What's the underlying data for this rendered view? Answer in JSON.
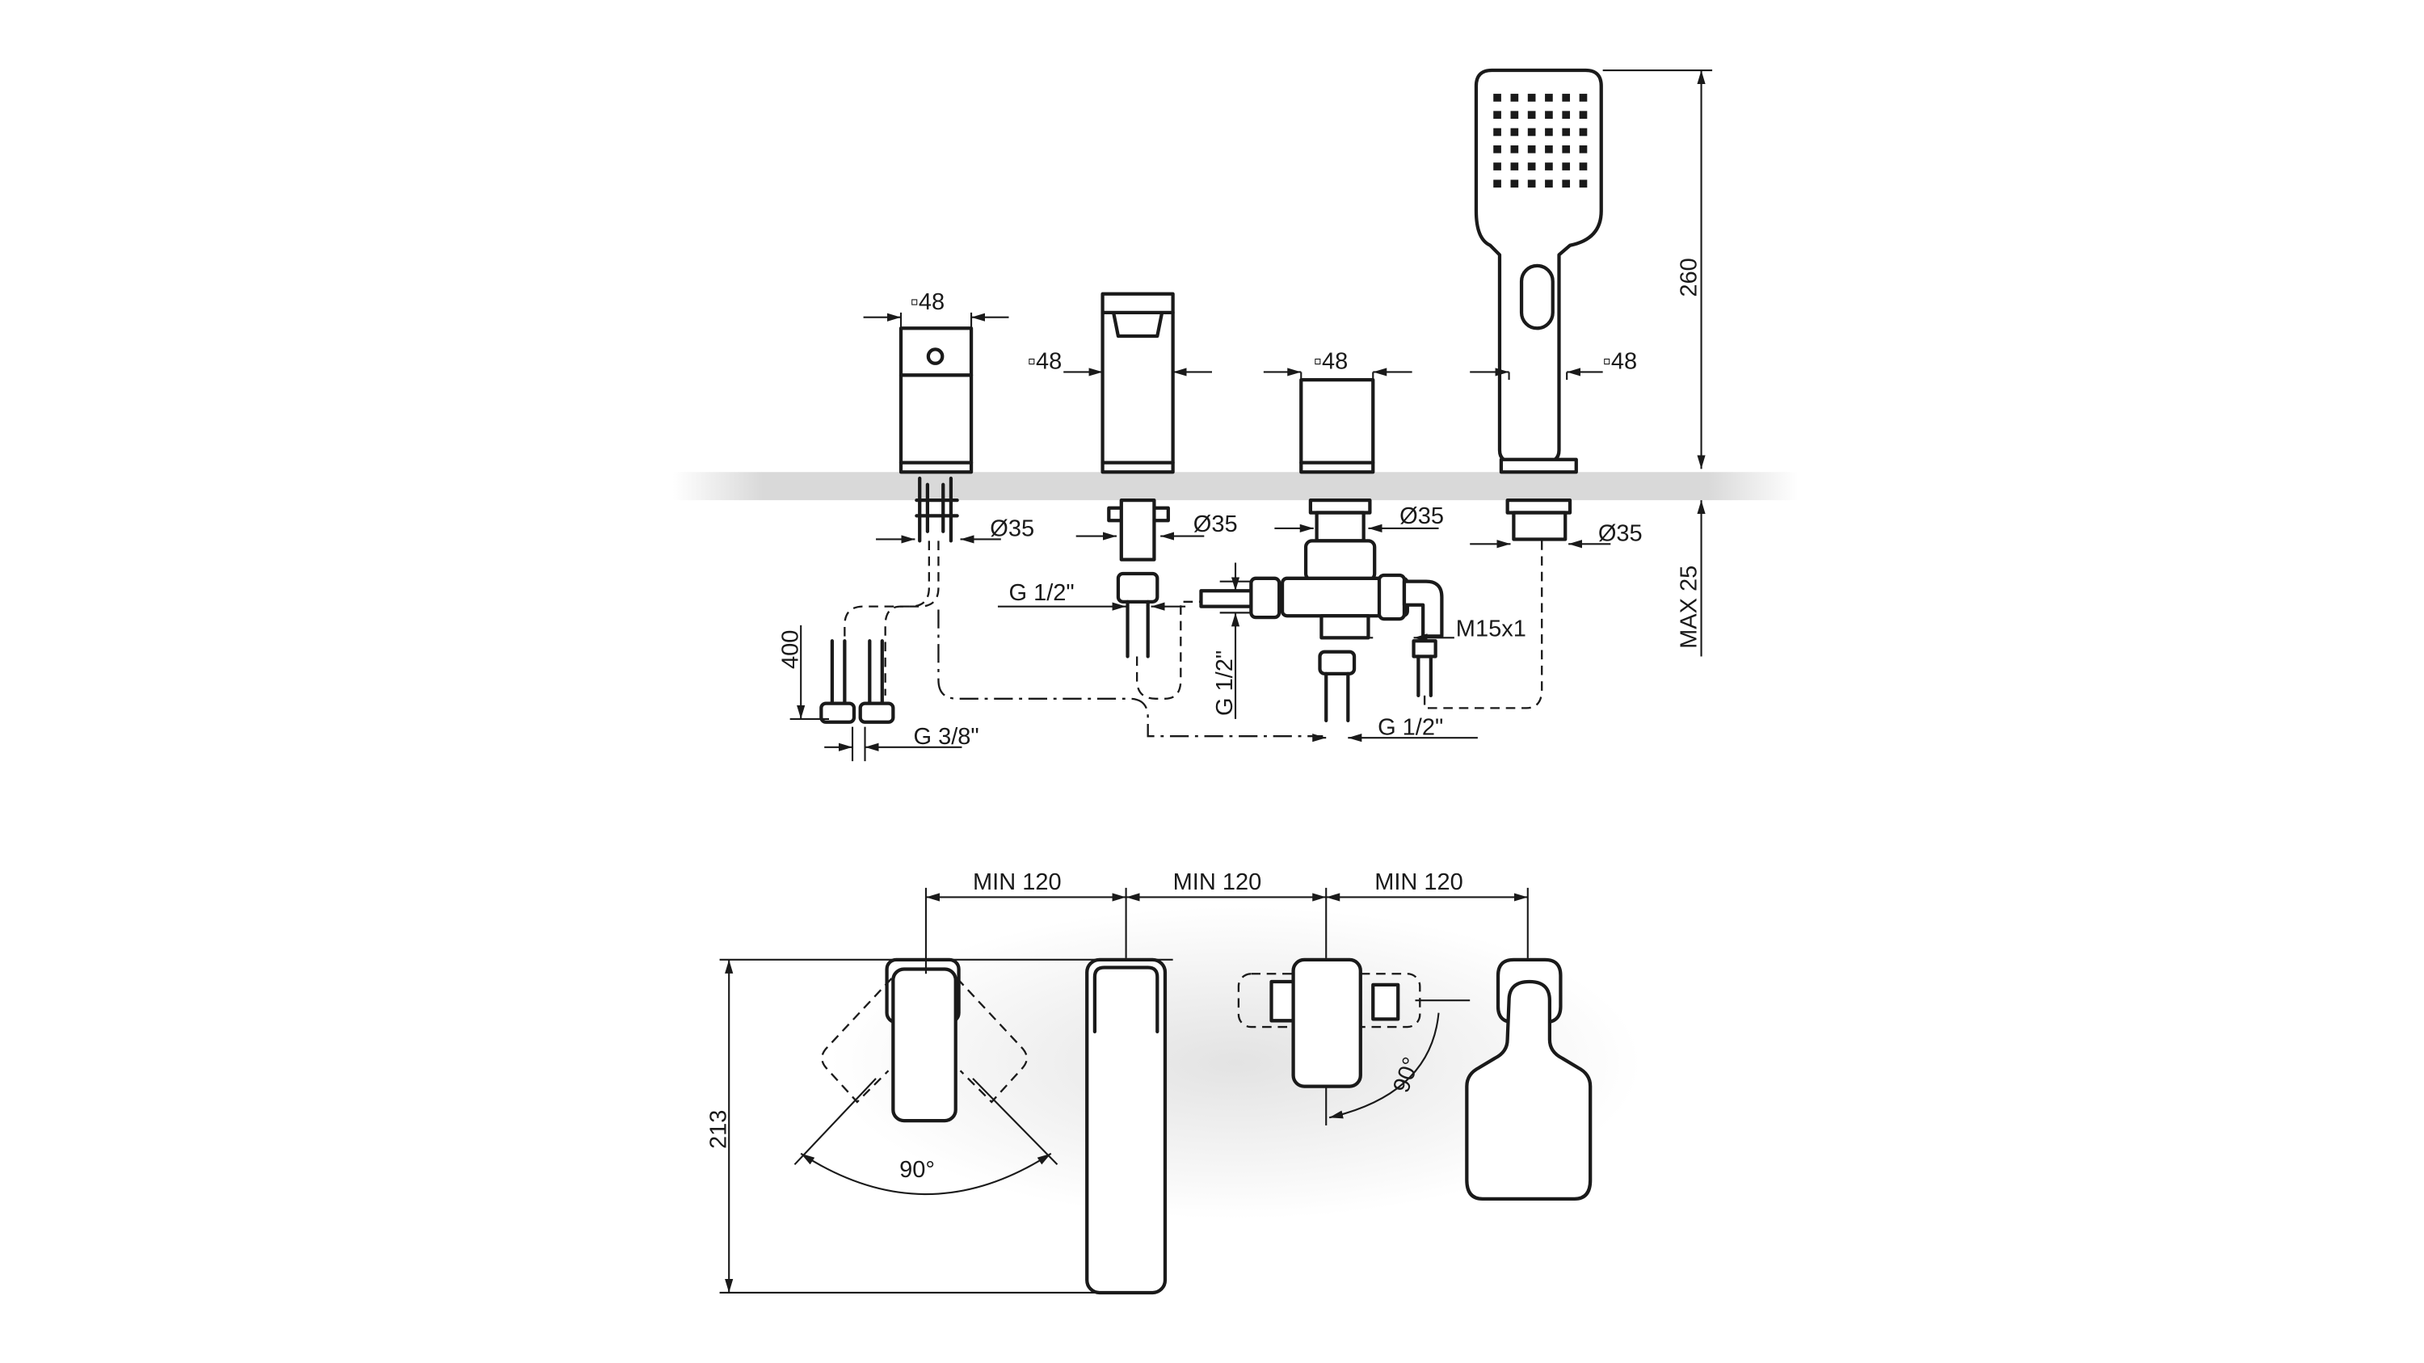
{
  "colors": {
    "line": "#1a1a1a",
    "deck": "#d9d9d9",
    "background": "#ffffff"
  },
  "side_view": {
    "square_48_labels": [
      "▫48",
      "▫48",
      "▫48",
      "▫48"
    ],
    "diameter_labels": [
      "Ø35",
      "Ø35",
      "Ø35",
      "Ø35"
    ],
    "thread_spout": "G 1/2\"",
    "thread_vertical": "G 1/2\"",
    "thread_bottom": "G 1/2\"",
    "thread_hose": "M15x1",
    "thread_supply": "G 3/8\"",
    "hose_length": "400",
    "shower_height": "260",
    "deck_thickness": "MAX 25"
  },
  "top_view": {
    "spacing_labels": [
      "MIN 120",
      "MIN 120",
      "MIN 120"
    ],
    "depth": "213",
    "angle_mixer": "90°",
    "angle_diverter": "90°"
  }
}
